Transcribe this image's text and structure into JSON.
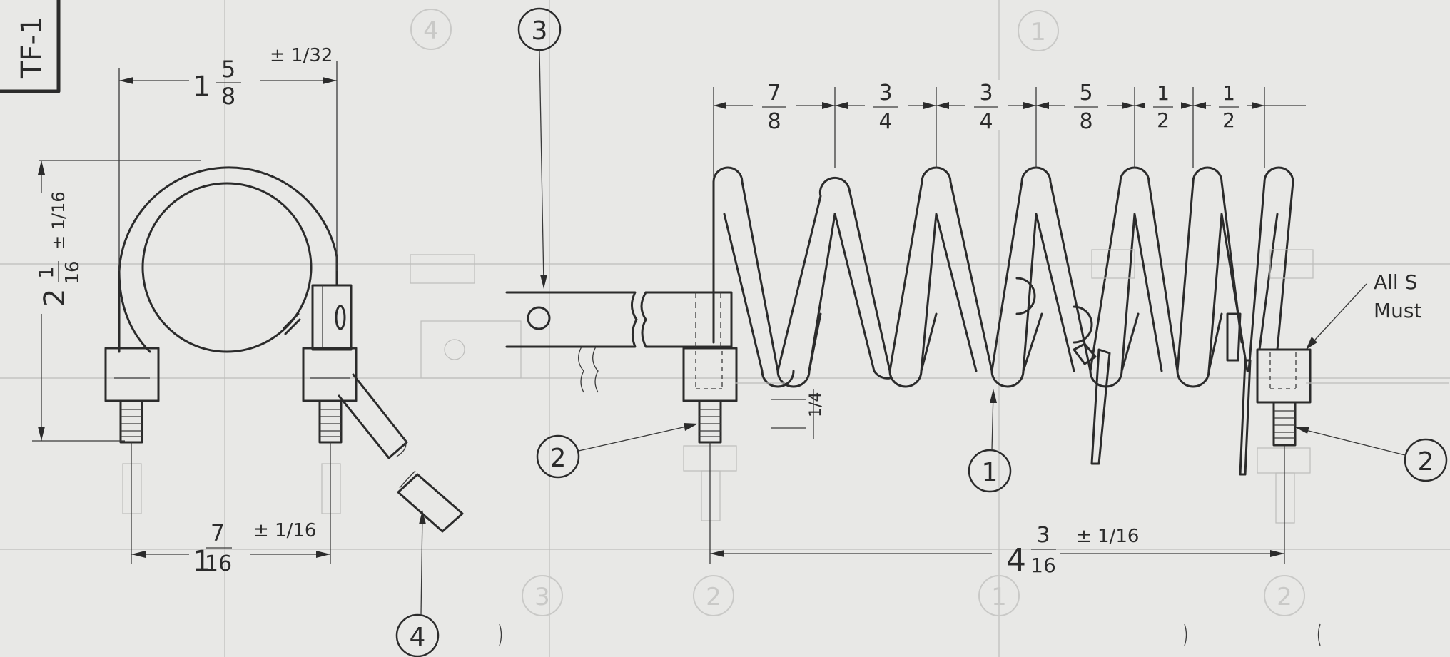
{
  "title_block": {
    "code": "TF-1"
  },
  "balloons": {
    "b1_bottom": "1",
    "b2_left": "2",
    "b2_right": "2",
    "b3_top": "3",
    "b4_bottom": "4"
  },
  "ghost_balloons": {
    "top_4": "4",
    "top_1": "1",
    "bottom_3": "3",
    "bottom_2a": "2",
    "bottom_1": "1",
    "bottom_2b": "2"
  },
  "dimensions": {
    "top_width": {
      "whole": "1",
      "num": "5",
      "den": "8",
      "tol": "± 1/32"
    },
    "height": {
      "whole": "2",
      "num": "1",
      "den": "16",
      "tol": "± 1/16"
    },
    "bottom_width": {
      "whole": "1",
      "num": "7",
      "den": "16",
      "tol": "± 1/16"
    },
    "overall": {
      "whole": "4",
      "num": "3",
      "den": "16",
      "tol": "± 1/16"
    },
    "small_vertical": "1/4",
    "pitches": [
      {
        "num": "7",
        "den": "8"
      },
      {
        "num": "3",
        "den": "4"
      },
      {
        "num": "3",
        "den": "4"
      },
      {
        "num": "5",
        "den": "8"
      },
      {
        "num": "1",
        "den": "2"
      },
      {
        "num": "1",
        "den": "2"
      }
    ]
  },
  "note": {
    "line1": "All S",
    "line2": "Must"
  }
}
